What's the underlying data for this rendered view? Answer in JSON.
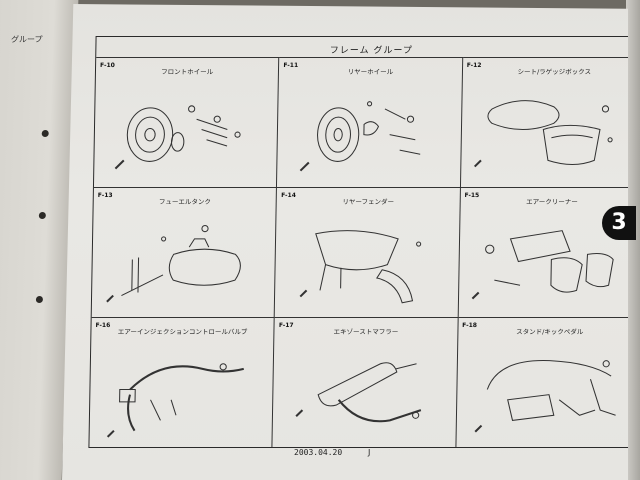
{
  "left_page": {
    "tab_text": "グループ"
  },
  "group_title": "フレーム グループ",
  "sections": [
    {
      "code": "F-10",
      "name": "フロントホイール"
    },
    {
      "code": "F-11",
      "name": "リヤーホイール"
    },
    {
      "code": "F-12",
      "name": "シート/ラゲッジボックス"
    },
    {
      "code": "F-13",
      "name": "フューエルタンク"
    },
    {
      "code": "F-14",
      "name": "リヤーフェンダー"
    },
    {
      "code": "F-15",
      "name": "エアークリーナー"
    },
    {
      "code": "F-16",
      "name": "エアーインジェクションコントロールバルブ"
    },
    {
      "code": "F-17",
      "name": "エキゾーストマフラー"
    },
    {
      "code": "F-18",
      "name": "スタンド/キックペダル"
    }
  ],
  "footer": {
    "date": "2003.04.20",
    "suffix": "J"
  },
  "chapter_tab": "3"
}
